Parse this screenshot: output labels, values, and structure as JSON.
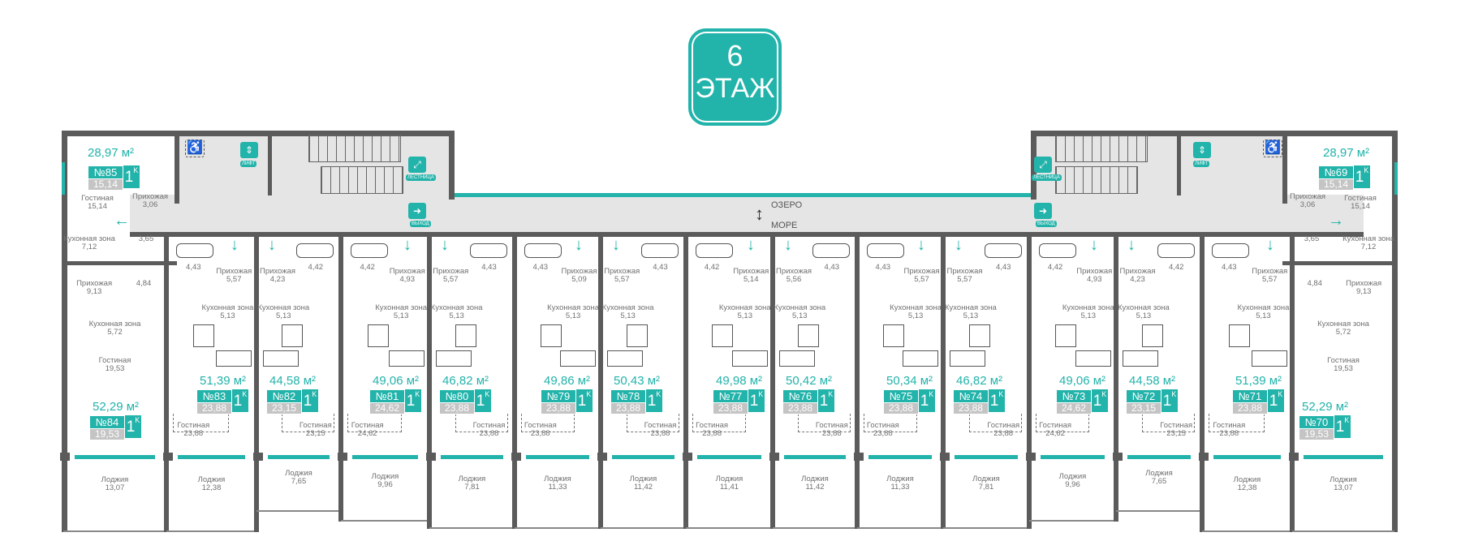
{
  "floor": {
    "number": "6",
    "label": "ЭТАЖ"
  },
  "colors": {
    "accent": "#22b3aa",
    "wall": "#5b5b5b",
    "corridor": "#e5e5e5"
  },
  "compass": {
    "up": "ОЗЕРО",
    "down": "МОРЕ"
  },
  "core_icons": {
    "lift": "ЛИФТ",
    "stairs": "ЛЕСТНИЦА",
    "exit": "ВЫХОД",
    "wheelchair": "wheelchair-icon"
  },
  "units_unit": "м²",
  "rooms_k": "1",
  "labels": {
    "living": "Гостиная",
    "hall": "Прихожая",
    "kitchen": "Кухонная зона",
    "loggia": "Лоджия"
  },
  "top_units": [
    {
      "num": "№85",
      "area": "28,97",
      "living": "15,14",
      "hall": "3,06",
      "kitchen": "7,12",
      "bath": "3,65"
    },
    {
      "num": "№69",
      "area": "28,97",
      "living": "15,14",
      "hall": "3,06",
      "kitchen": "7,12",
      "bath": "3,65"
    }
  ],
  "units": [
    {
      "num": "№84",
      "area": "52,29",
      "living": "19,53",
      "hall": "9,13",
      "bath": "4,84",
      "kitchen": "5,72",
      "loggia": "13,07"
    },
    {
      "num": "№83",
      "area": "51,39",
      "living": "23,88",
      "hall": "5,57",
      "bath": "4,43",
      "kitchen": "5,13",
      "loggia": "12,38"
    },
    {
      "num": "№82",
      "area": "44,58",
      "living": "23,15",
      "hall": "4,23",
      "bath": "4,42",
      "kitchen": "5,13",
      "loggia": "7,65"
    },
    {
      "num": "№81",
      "area": "49,06",
      "living": "24,62",
      "hall": "4,93",
      "bath": "4,42",
      "kitchen": "5,13",
      "loggia": "9,96"
    },
    {
      "num": "№80",
      "area": "46,82",
      "living": "23,88",
      "hall": "5,57",
      "bath": "4,43",
      "kitchen": "5,13",
      "loggia": "7,81"
    },
    {
      "num": "№79",
      "area": "49,86",
      "living": "23,88",
      "hall": "5,09",
      "bath": "4,43",
      "kitchen": "5,13",
      "loggia": "11,33"
    },
    {
      "num": "№78",
      "area": "50,43",
      "living": "23,88",
      "hall": "5,57",
      "bath": "4,43",
      "kitchen": "5,13",
      "loggia": "11,42"
    },
    {
      "num": "№77",
      "area": "49,98",
      "living": "23,88",
      "hall": "5,14",
      "bath": "4,42",
      "kitchen": "5,13",
      "loggia": "11,41"
    },
    {
      "num": "№76",
      "area": "50,42",
      "living": "23,88",
      "hall": "5,56",
      "bath": "4,43",
      "kitchen": "5,13",
      "loggia": "11,42"
    },
    {
      "num": "№75",
      "area": "50,34",
      "living": "23,88",
      "hall": "5,57",
      "bath": "4,43",
      "kitchen": "5,13",
      "loggia": "11,33"
    },
    {
      "num": "№74",
      "area": "46,82",
      "living": "23,88",
      "hall": "5,57",
      "bath": "4,43",
      "kitchen": "5,13",
      "loggia": "7,81"
    },
    {
      "num": "№73",
      "area": "49,06",
      "living": "24,62",
      "hall": "4,93",
      "bath": "4,42",
      "kitchen": "5,13",
      "loggia": "9,96"
    },
    {
      "num": "№72",
      "area": "44,58",
      "living": "23,15",
      "hall": "4,23",
      "bath": "4,42",
      "kitchen": "5,13",
      "loggia": "7,65"
    },
    {
      "num": "№71",
      "area": "51,39",
      "living": "23,88",
      "hall": "5,57",
      "bath": "4,43",
      "kitchen": "5,13",
      "loggia": "12,38"
    },
    {
      "num": "№70",
      "area": "52,29",
      "living": "19,53",
      "hall": "9,13",
      "bath": "4,84",
      "kitchen": "5,72",
      "loggia": "13,07"
    }
  ]
}
